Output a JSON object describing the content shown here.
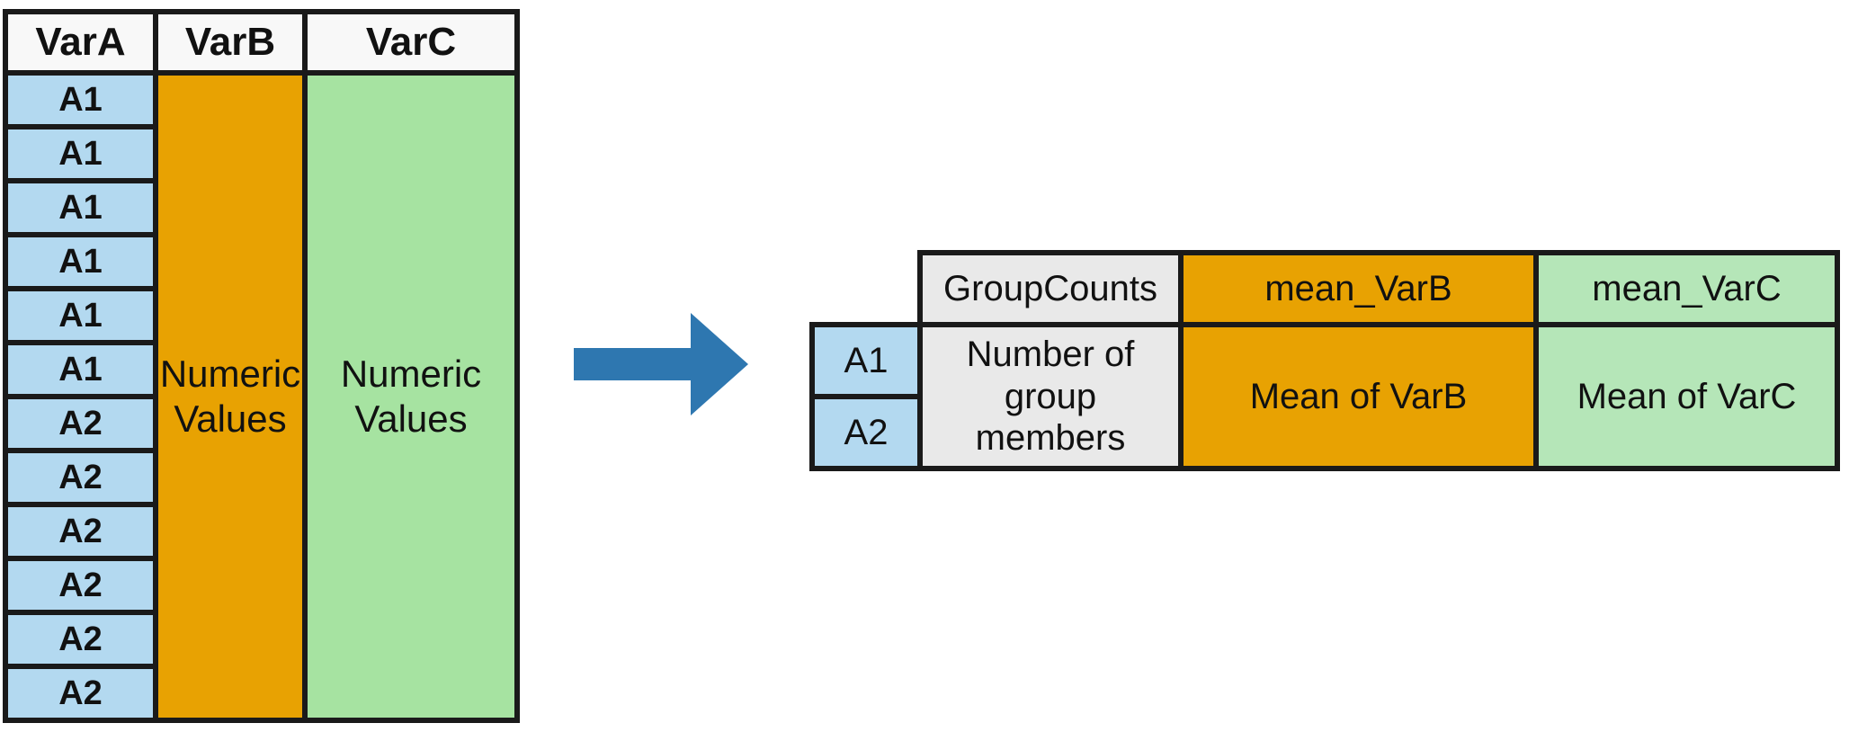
{
  "left_table": {
    "headers": [
      "VarA",
      "VarB",
      "VarC"
    ],
    "rows": [
      "A1",
      "A1",
      "A1",
      "A1",
      "A1",
      "A1",
      "A2",
      "A2",
      "A2",
      "A2",
      "A2",
      "A2"
    ],
    "varb_body": "Numeric Values",
    "varc_body": "Numeric Values"
  },
  "arrow": {
    "icon": "right-arrow",
    "color": "#2e77b0"
  },
  "right_table": {
    "row_labels": [
      "A1",
      "A2"
    ],
    "columns": [
      {
        "header": "GroupCounts",
        "body": "Number of group members"
      },
      {
        "header": "mean_VarB",
        "body": "Mean of VarB"
      },
      {
        "header": "mean_VarC",
        "body": "Mean of VarC"
      }
    ]
  },
  "palette": {
    "blue_cell": "#b3d9f0",
    "orange_cell": "#e8a202",
    "green_cell_left": "#a6e3a1",
    "green_cell_right": "#b5e6b8",
    "gray_cell": "#e9e9e9",
    "header_bg": "#f8f8f8",
    "border": "#1a1a1a",
    "arrow_blue": "#2e77b0"
  }
}
